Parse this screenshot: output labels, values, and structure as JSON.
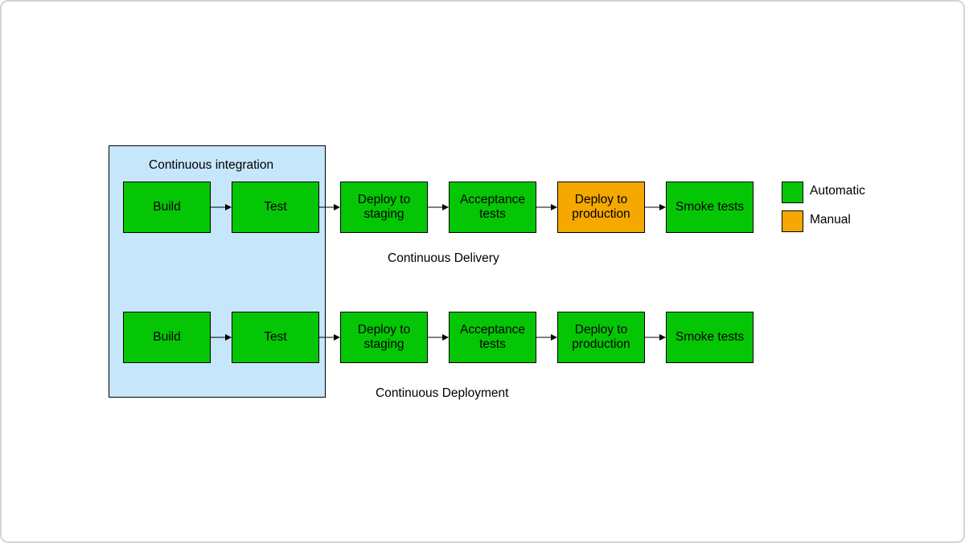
{
  "colors": {
    "automatic": "#05c605",
    "manual": "#f5a800",
    "ci_background": "#c6e6fb"
  },
  "ci": {
    "title": "Continuous integration"
  },
  "delivery": {
    "label": "Continuous Delivery",
    "steps": [
      {
        "label": "Build",
        "type": "automatic"
      },
      {
        "label": "Test",
        "type": "automatic"
      },
      {
        "label": "Deploy to\nstaging",
        "type": "automatic"
      },
      {
        "label": "Acceptance\ntests",
        "type": "automatic"
      },
      {
        "label": "Deploy to\nproduction",
        "type": "manual"
      },
      {
        "label": "Smoke tests",
        "type": "automatic"
      }
    ]
  },
  "deployment": {
    "label": "Continuous Deployment",
    "steps": [
      {
        "label": "Build",
        "type": "automatic"
      },
      {
        "label": "Test",
        "type": "automatic"
      },
      {
        "label": "Deploy to\nstaging",
        "type": "automatic"
      },
      {
        "label": "Acceptance\ntests",
        "type": "automatic"
      },
      {
        "label": "Deploy to\nproduction",
        "type": "automatic"
      },
      {
        "label": "Smoke tests",
        "type": "automatic"
      }
    ]
  },
  "legend": {
    "automatic_label": "Automatic",
    "manual_label": "Manual"
  }
}
